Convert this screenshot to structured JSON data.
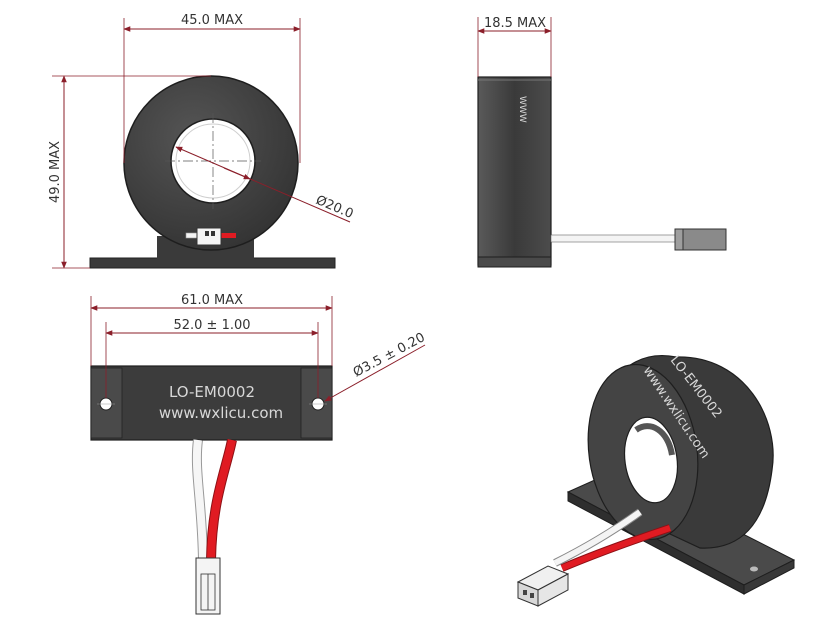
{
  "views": {
    "front": {
      "width_label": "45.0 MAX",
      "height_label": "49.0 MAX",
      "hole_label": "Ø20.0"
    },
    "side": {
      "width_label": "18.5 MAX"
    },
    "top": {
      "overall_label": "61.0 MAX",
      "pitch_label": "52.0 ± 1.00",
      "hole_label": "Ø3.5 ± 0.20",
      "model_text": "LO-EM0002",
      "website_text": "www.wxlicu.com"
    },
    "iso": {
      "model_text": "LO-EM0002",
      "website_text": "www.wxlicu.com"
    }
  },
  "colors": {
    "body": "#3c3c3c",
    "dimension": "#8b1f2a",
    "wire_red": "#e01b22",
    "wire_white": "#f4f4f4"
  }
}
